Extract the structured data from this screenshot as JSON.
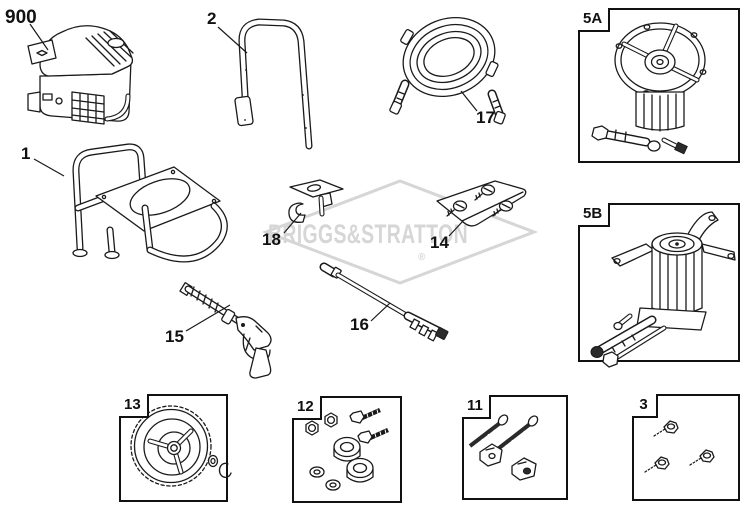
{
  "diagram": {
    "background": "#ffffff",
    "line_color": "#1a1a1a",
    "watermark": {
      "text": "BRIGGS&STRATTON",
      "registered_mark": "®",
      "color": "#d6d6d6"
    },
    "callouts": {
      "engine": "900",
      "handle": "2",
      "hose": "17",
      "frame": "1",
      "bracket": "18",
      "screw_kit": "14",
      "spray_gun": "15",
      "nozzle_wand": "16"
    },
    "boxed_callouts": {
      "pump_a": "5A",
      "pump_b": "5B",
      "wheel": "13",
      "wheel_hardware": "12",
      "handle_hardware": "11",
      "bolt_kit": "3"
    }
  }
}
